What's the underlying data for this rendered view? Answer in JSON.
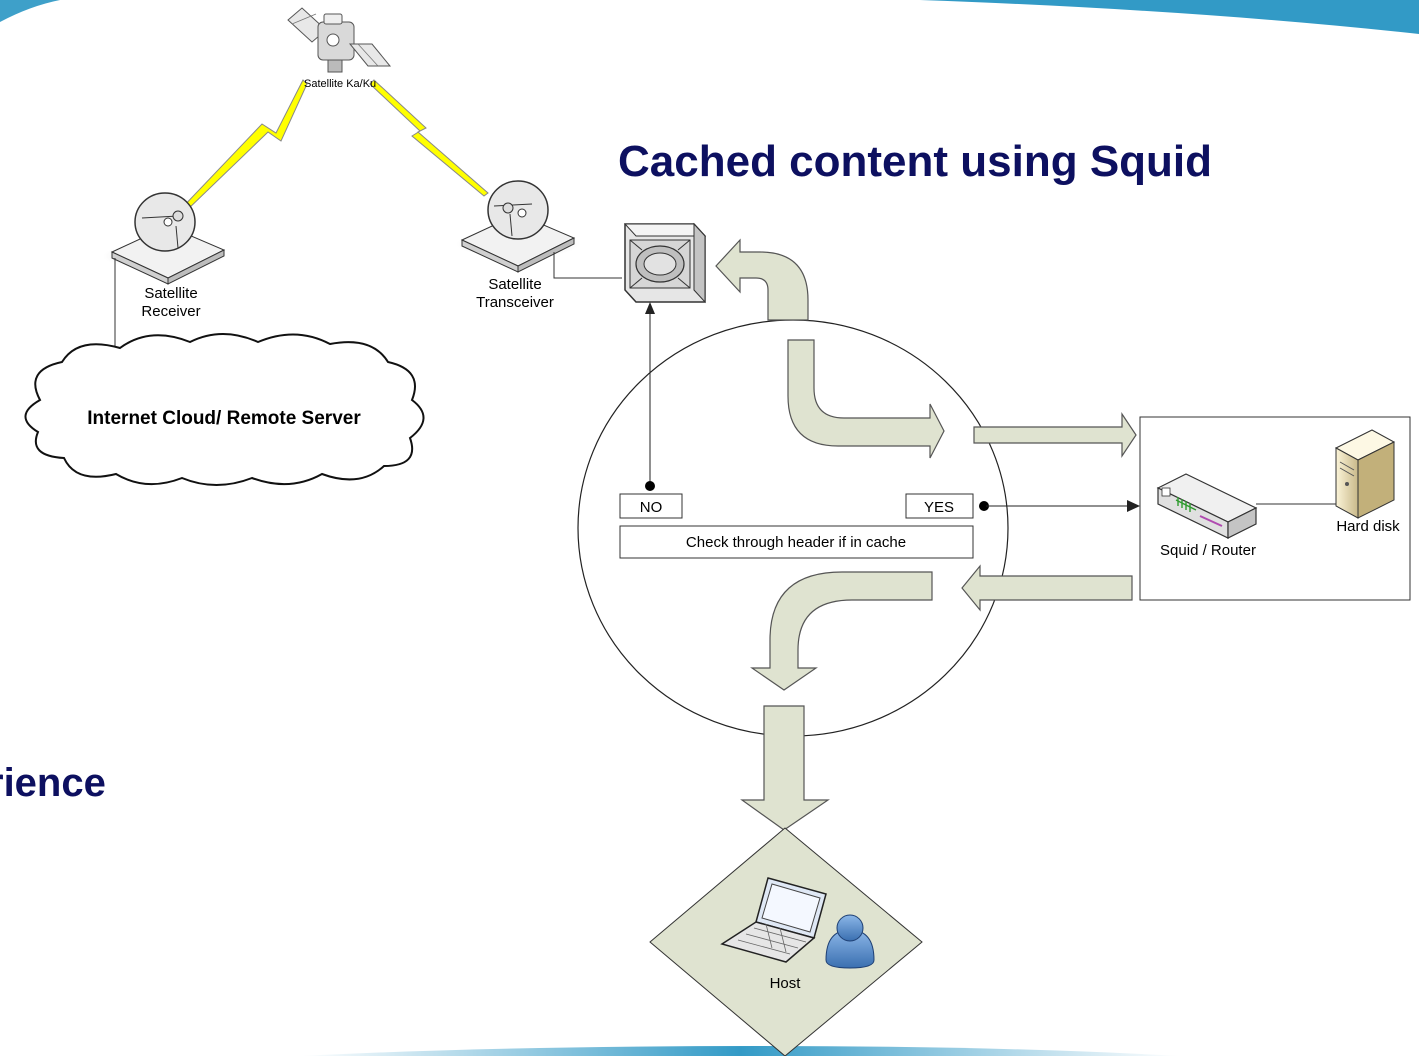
{
  "title": "Cached content using Squid",
  "partial_title": "rience",
  "labels": {
    "satellite": "Satellite Ka/Ku",
    "receiver_line1": "Satellite",
    "receiver_line2": "Receiver",
    "transceiver_line1": "Satellite",
    "transceiver_line2": "Transceiver",
    "cloud": "Internet Cloud/ Remote Server",
    "no": "NO",
    "yes": "YES",
    "check": "Check through header if in cache",
    "squid": "Squid / Router",
    "hard_disk": "Hard disk",
    "host": "Host"
  },
  "colors": {
    "title": "#0d1060",
    "flow_arrow_fill": "#dfe3d0",
    "lightning": "#ffff00",
    "host_diamond": "#dfe3d0",
    "banner": "#1c8fc0"
  },
  "icons": [
    "satellite-icon",
    "dish-icon",
    "proxy-server-icon",
    "router-icon",
    "hard-disk-icon",
    "laptop-icon",
    "user-icon"
  ]
}
